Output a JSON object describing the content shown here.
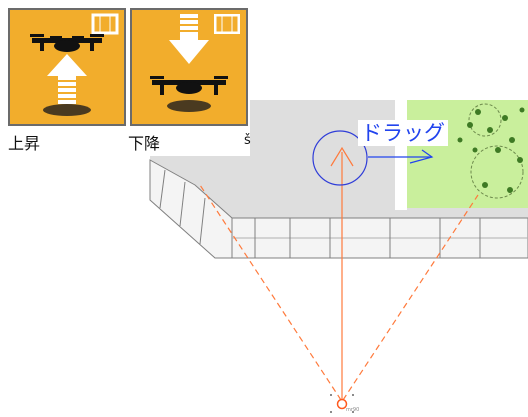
{
  "toolbar": {
    "ascend_label": "上昇",
    "descend_label": "下降",
    "partial_label": "š"
  },
  "canvas": {
    "drag_hint": "ドラッグ",
    "camera_marker_text": "mr90"
  },
  "colors": {
    "button_bg": "#f2ad2c",
    "guide_line": "#ff7a3c",
    "drag_circle": "#2f3dd8",
    "drag_text": "#2244ee",
    "lawn": "#c9ef9c"
  },
  "icons": [
    "drone-ascend-icon",
    "drone-descend-icon",
    "film-icon",
    "arrow-up-icon",
    "arrow-down-icon"
  ]
}
